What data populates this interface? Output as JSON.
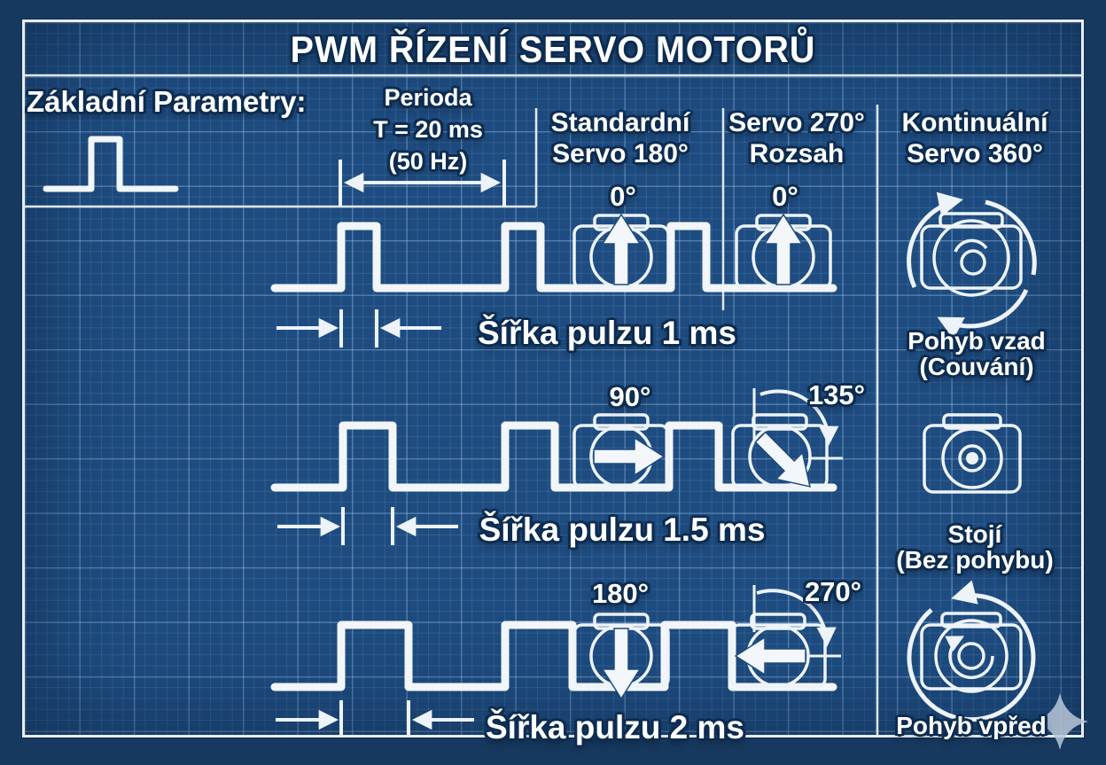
{
  "title": "PWM ŘÍZENÍ SERVO MOTORŮ",
  "sections": {
    "basic_params_label": "Základní Parametry:",
    "period": {
      "name": "Perioda",
      "formula": "T = 20 ms",
      "frequency": "(50 Hz)"
    }
  },
  "columns": [
    {
      "id": "standard",
      "line1": "Standardní",
      "line2": "Servo 180°"
    },
    {
      "id": "servo270",
      "line1": "Servo 270°",
      "line2": "Rozsah"
    },
    {
      "id": "continuous",
      "line1": "Kontinuální",
      "line2": "Servo 360°"
    }
  ],
  "rows": [
    {
      "pulse_width_ms": 1,
      "pulse_label": "Šířka pulzu 1 ms",
      "standard_angle": "0°",
      "servo270_angle": "0°",
      "continuous": {
        "line1": "Pohyb vzad",
        "line2": "(Couvání)",
        "motion": "backward-rotation"
      }
    },
    {
      "pulse_width_ms": 1.5,
      "pulse_label": "Šířka pulzu 1.5 ms",
      "standard_angle": "90°",
      "servo270_angle": "135°",
      "continuous": {
        "line1": "Stojí",
        "line2": "(Bez pohybu)",
        "motion": "stopped"
      }
    },
    {
      "pulse_width_ms": 2,
      "pulse_label": "Šířka pulzu 2 ms",
      "standard_angle": "180°",
      "servo270_angle": "270°",
      "continuous": {
        "line1": "Pohyb vpřed",
        "line2": "",
        "motion": "forward-rotation"
      }
    }
  ],
  "icons": {
    "pulse_glyph": "single-pwm-pulse",
    "standard_servo": "servo-with-direction-arrow",
    "continuous_rotating": "servo-with-circular-rotation-arrows",
    "continuous_static": "servo-lens-static",
    "watermark": "sparkle"
  },
  "colors": {
    "outer_bg": "#17395f",
    "panel_bg": "#1e4c80",
    "line": "#edf3f9",
    "text": "#ffffff",
    "text_outline": "#0d2c50",
    "watermark": "#b9c7d9"
  }
}
